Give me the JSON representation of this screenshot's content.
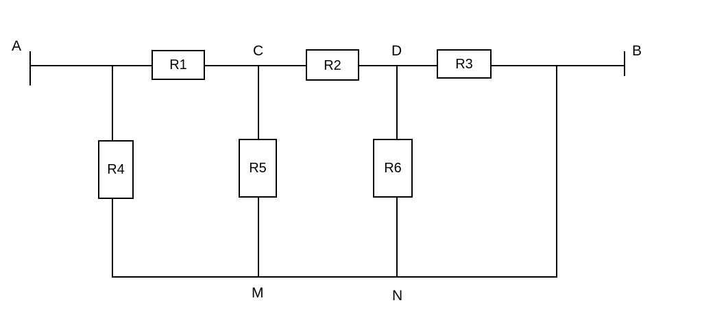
{
  "diagram": {
    "type": "circuit",
    "nodes": {
      "A": "A",
      "B": "B",
      "C": "C",
      "D": "D",
      "M": "M",
      "N": "N"
    },
    "resistors": {
      "R1": "R1",
      "R2": "R2",
      "R3": "R3",
      "R4": "R4",
      "R5": "R5",
      "R6": "R6"
    },
    "connections": [
      {
        "component": "R1",
        "from": "A",
        "to": "C"
      },
      {
        "component": "R2",
        "from": "C",
        "to": "D"
      },
      {
        "component": "R3",
        "from": "D",
        "to": "B"
      },
      {
        "component": "R4",
        "from": "A",
        "to": "M"
      },
      {
        "component": "R5",
        "from": "C",
        "to": "M"
      },
      {
        "component": "R6",
        "from": "D",
        "to": "N"
      },
      {
        "component": "wire",
        "from": "M",
        "to": "N"
      },
      {
        "component": "wire",
        "from": "N",
        "to": "B"
      }
    ]
  }
}
